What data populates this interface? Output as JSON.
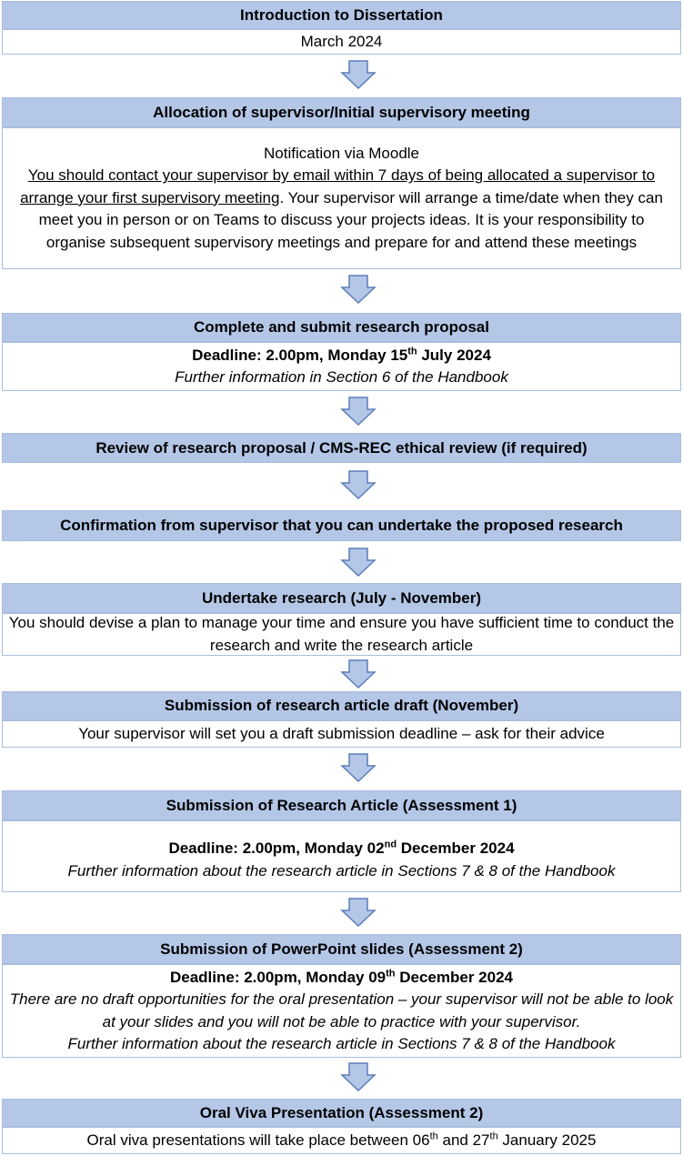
{
  "colors": {
    "header_fill": "#b4c7e7",
    "border": "#a9bddf",
    "arrow_fill": "#b4c7e7",
    "arrow_stroke": "#5b7db8"
  },
  "steps": [
    {
      "title": "Introduction to Dissertation",
      "body": {
        "line1": "March 2024"
      }
    },
    {
      "title": "Allocation of supervisor/Initial supervisory meeting",
      "body": {
        "line1": "Notification via Moodle",
        "underlined": "You should contact your supervisor by email within 7 days of being allocated a supervisor to arrange your first supervisory meeting",
        "rest": ". Your supervisor will arrange a time/date when they can meet you in person or on Teams to discuss your projects ideas. It is your responsibility to organise subsequent supervisory meetings and prepare for and attend these meetings"
      }
    },
    {
      "title": "Complete and submit research proposal",
      "body": {
        "deadline_pre": "Deadline: 2.00pm, Monday 15",
        "deadline_sup": "th",
        "deadline_post": " July 2024",
        "note": "Further information in Section 6 of the Handbook"
      }
    },
    {
      "title": "Review of research proposal  / CMS-REC ethical review (if required)"
    },
    {
      "title": "Confirmation from supervisor that you can undertake the proposed research"
    },
    {
      "title": "Undertake research (July - November)",
      "body": {
        "line1": "You should devise a plan to manage your time and ensure you have sufficient time to conduct the research and write the research article"
      }
    },
    {
      "title": "Submission of research article draft (November)",
      "body": {
        "line1": "Your supervisor will set you a draft submission deadline – ask for their advice"
      }
    },
    {
      "title": "Submission of Research Article (Assessment 1)",
      "body": {
        "deadline_pre": "Deadline: 2.00pm, Monday 02",
        "deadline_sup": "nd",
        "deadline_post": " December 2024",
        "note": "Further information about the research article in Sections 7 & 8 of the Handbook"
      }
    },
    {
      "title": "Submission of PowerPoint slides (Assessment 2)",
      "body": {
        "deadline_pre": "Deadline: 2.00pm, Monday 09",
        "deadline_sup": "th",
        "deadline_post": " December 2024",
        "note": "There are no draft opportunities for the oral presentation – your supervisor will not be able to look at your slides and you will not be able to practice with your supervisor.",
        "note2": "Further information about the research article in Sections 7 & 8 of the Handbook"
      }
    },
    {
      "title": "Oral Viva Presentation (Assessment 2)",
      "body": {
        "pre": "Oral viva presentations will take place between 06",
        "sup1": "th",
        "mid": " and 27",
        "sup2": "th",
        "post": " January 2025"
      }
    }
  ]
}
